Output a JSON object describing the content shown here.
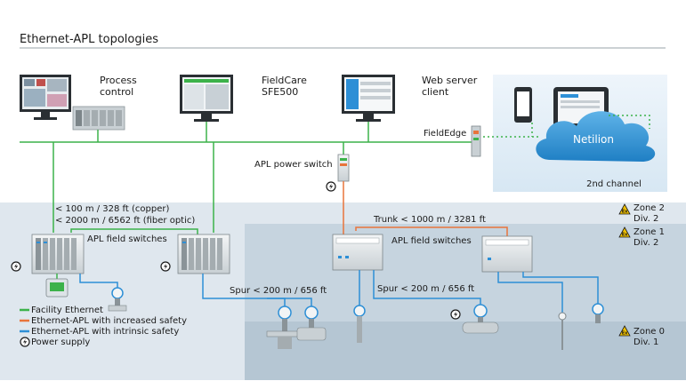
{
  "title": "Ethernet-APL topologies",
  "devices": {
    "process_control": [
      "Process",
      "control"
    ],
    "fieldcare": [
      "FieldCare",
      "SFE500"
    ],
    "web_server": [
      "Web server",
      "client"
    ],
    "fieldedge": "FieldEdge",
    "netilion": "Netilion",
    "second_channel": "2nd channel",
    "apl_power_switch": "APL power switch",
    "apl_field_switches_left": "APL field switches",
    "apl_field_switches_right": "APL field switches"
  },
  "distances": {
    "copper": "< 100 m / 328 ft (copper)",
    "fiber": "< 2000 m / 6562 ft (fiber optic)",
    "trunk": "Trunk < 1000 m / 3281 ft",
    "spur_left": "Spur < 200 m / 656 ft",
    "spur_right": "Spur < 200 m / 656 ft"
  },
  "zones": [
    {
      "line1": "Zone 2",
      "line2": "Div. 2"
    },
    {
      "line1": "Zone 1",
      "line2": "Div. 2"
    },
    {
      "line1": "Zone 0",
      "line2": "Div. 1"
    }
  ],
  "legend": [
    {
      "label": "Facility Ethernet",
      "color": "#3cb24a"
    },
    {
      "label": "Ethernet-APL with increased safety",
      "color": "#e8743b"
    },
    {
      "label": "Ethernet-APL with intrinsic safety",
      "color": "#2d8fd6"
    },
    {
      "label": "Power supply",
      "icon": "lightning-icon"
    }
  ],
  "colors": {
    "facility_ethernet": "#3cb24a",
    "increased_safety": "#e8743b",
    "intrinsic_safety": "#2d8fd6",
    "zone2_bg": "#dfe7ee",
    "zone1_bg": "#c6d4df",
    "zone0_bg": "#b5c6d3",
    "cloud": "#2f8fd2"
  }
}
